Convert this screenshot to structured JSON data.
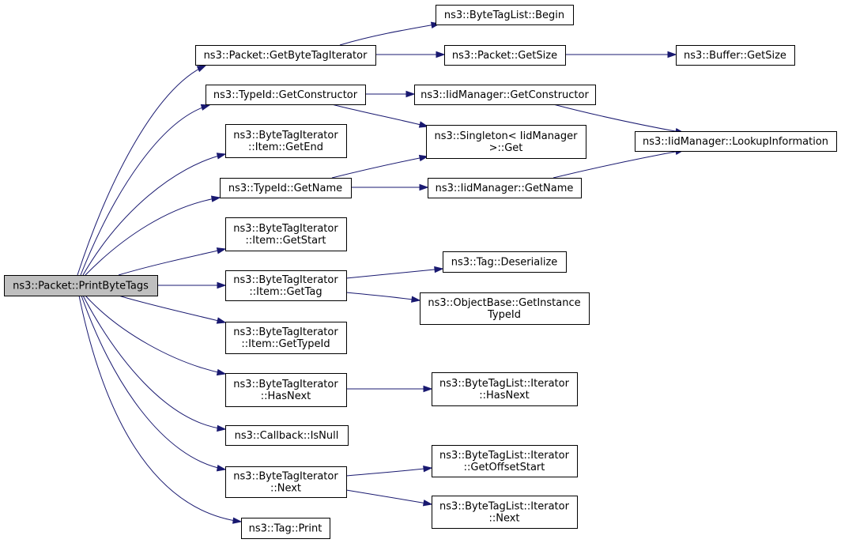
{
  "diagram": {
    "type": "call-graph",
    "root": "print_byte_tags",
    "nodes": {
      "print_byte_tags": {
        "lines": [
          "ns3::Packet::PrintByteTags"
        ],
        "highlight": true
      },
      "get_byte_tag_iterator": {
        "lines": [
          "ns3::Packet::GetByteTagIterator"
        ]
      },
      "get_constructor": {
        "lines": [
          "ns3::TypeId::GetConstructor"
        ]
      },
      "item_get_end": {
        "lines": [
          "ns3::ByteTagIterator",
          "::Item::GetEnd"
        ]
      },
      "typeid_get_name": {
        "lines": [
          "ns3::TypeId::GetName"
        ]
      },
      "item_get_start": {
        "lines": [
          "ns3::ByteTagIterator",
          "::Item::GetStart"
        ]
      },
      "item_get_tag": {
        "lines": [
          "ns3::ByteTagIterator",
          "::Item::GetTag"
        ]
      },
      "item_get_type_id": {
        "lines": [
          "ns3::ByteTagIterator",
          "::Item::GetTypeId"
        ]
      },
      "iterator_has_next": {
        "lines": [
          "ns3::ByteTagIterator",
          "::HasNext"
        ]
      },
      "callback_is_null": {
        "lines": [
          "ns3::Callback::IsNull"
        ]
      },
      "iterator_next": {
        "lines": [
          "ns3::ByteTagIterator",
          "::Next"
        ]
      },
      "tag_print": {
        "lines": [
          "ns3::Tag::Print"
        ]
      },
      "byte_tag_list_begin": {
        "lines": [
          "ns3::ByteTagList::Begin"
        ]
      },
      "packet_get_size": {
        "lines": [
          "ns3::Packet::GetSize"
        ]
      },
      "buffer_get_size": {
        "lines": [
          "ns3::Buffer::GetSize"
        ]
      },
      "iid_get_constructor": {
        "lines": [
          "ns3::IidManager::GetConstructor"
        ]
      },
      "singleton_get": {
        "lines": [
          "ns3::Singleton< IidManager",
          ">::Get"
        ]
      },
      "iid_lookup_information": {
        "lines": [
          "ns3::IidManager::LookupInformation"
        ]
      },
      "iid_get_name": {
        "lines": [
          "ns3::IidManager::GetName"
        ]
      },
      "tag_deserialize": {
        "lines": [
          "ns3::Tag::Deserialize"
        ]
      },
      "object_base_get_instance_type_id": {
        "lines": [
          "ns3::ObjectBase::GetInstance",
          "TypeId"
        ]
      },
      "list_iterator_has_next": {
        "lines": [
          "ns3::ByteTagList::Iterator",
          "::HasNext"
        ]
      },
      "list_iterator_get_offset_start": {
        "lines": [
          "ns3::ByteTagList::Iterator",
          "::GetOffsetStart"
        ]
      },
      "list_iterator_next": {
        "lines": [
          "ns3::ByteTagList::Iterator",
          "::Next"
        ]
      }
    },
    "edges": [
      [
        "print_byte_tags",
        "get_byte_tag_iterator"
      ],
      [
        "print_byte_tags",
        "get_constructor"
      ],
      [
        "print_byte_tags",
        "item_get_end"
      ],
      [
        "print_byte_tags",
        "typeid_get_name"
      ],
      [
        "print_byte_tags",
        "item_get_start"
      ],
      [
        "print_byte_tags",
        "item_get_tag"
      ],
      [
        "print_byte_tags",
        "item_get_type_id"
      ],
      [
        "print_byte_tags",
        "iterator_has_next"
      ],
      [
        "print_byte_tags",
        "callback_is_null"
      ],
      [
        "print_byte_tags",
        "iterator_next"
      ],
      [
        "print_byte_tags",
        "tag_print"
      ],
      [
        "get_byte_tag_iterator",
        "byte_tag_list_begin"
      ],
      [
        "get_byte_tag_iterator",
        "packet_get_size"
      ],
      [
        "packet_get_size",
        "buffer_get_size"
      ],
      [
        "get_constructor",
        "iid_get_constructor"
      ],
      [
        "get_constructor",
        "singleton_get"
      ],
      [
        "iid_get_constructor",
        "iid_lookup_information"
      ],
      [
        "typeid_get_name",
        "singleton_get"
      ],
      [
        "typeid_get_name",
        "iid_get_name"
      ],
      [
        "iid_get_name",
        "iid_lookup_information"
      ],
      [
        "item_get_tag",
        "tag_deserialize"
      ],
      [
        "item_get_tag",
        "object_base_get_instance_type_id"
      ],
      [
        "iterator_has_next",
        "list_iterator_has_next"
      ],
      [
        "iterator_next",
        "list_iterator_get_offset_start"
      ],
      [
        "iterator_next",
        "list_iterator_next"
      ]
    ],
    "colors": {
      "edge": "#191970",
      "node_fill": "#ffffff",
      "root_fill": "#bfbfbf",
      "node_border": "#000000"
    }
  }
}
